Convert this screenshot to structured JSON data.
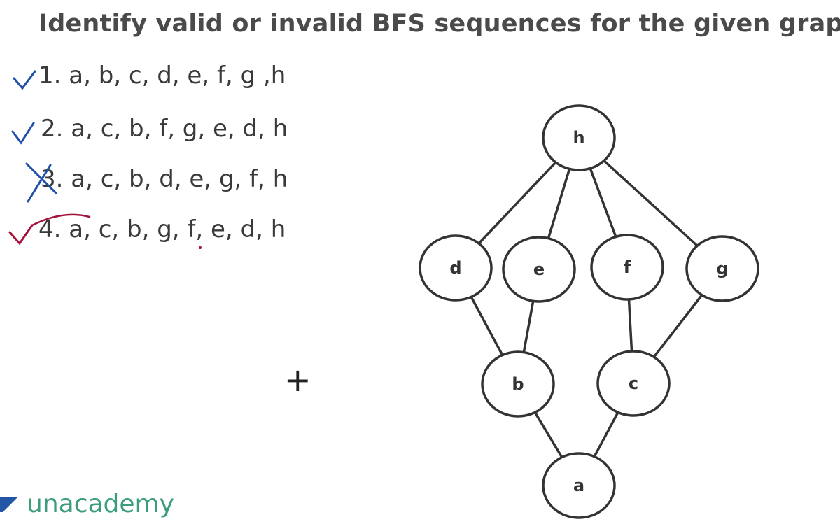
{
  "title": "Identify valid or invalid BFS sequences for the given graph:",
  "sequences": [
    {
      "number": "1.",
      "text": "a, b, c, d, e, f, g ,h",
      "mark": "check"
    },
    {
      "number": "2.",
      "text": "a, c, b, f, g, e, d, h",
      "mark": "check"
    },
    {
      "number": "3.",
      "text": "a, c, b, d, e, g, f, h",
      "mark": "cross"
    },
    {
      "number": "4.",
      "text": "a, c, b, g, f, e, d, h",
      "mark": "check"
    }
  ],
  "graph": {
    "nodes": [
      {
        "id": "h",
        "label": "h"
      },
      {
        "id": "d",
        "label": "d"
      },
      {
        "id": "e",
        "label": "e"
      },
      {
        "id": "f",
        "label": "f"
      },
      {
        "id": "g",
        "label": "g"
      },
      {
        "id": "b",
        "label": "b"
      },
      {
        "id": "c",
        "label": "c"
      },
      {
        "id": "a",
        "label": "a"
      }
    ],
    "edges": [
      [
        "h",
        "d"
      ],
      [
        "h",
        "e"
      ],
      [
        "h",
        "f"
      ],
      [
        "h",
        "g"
      ],
      [
        "d",
        "b"
      ],
      [
        "e",
        "b"
      ],
      [
        "f",
        "c"
      ],
      [
        "g",
        "c"
      ],
      [
        "b",
        "a"
      ],
      [
        "c",
        "a"
      ]
    ]
  },
  "annotation_colors": {
    "blue": "#1f4fa8",
    "red": "#a3123a"
  },
  "brand": {
    "name": "unacademy",
    "color": "#3b9d7a"
  }
}
